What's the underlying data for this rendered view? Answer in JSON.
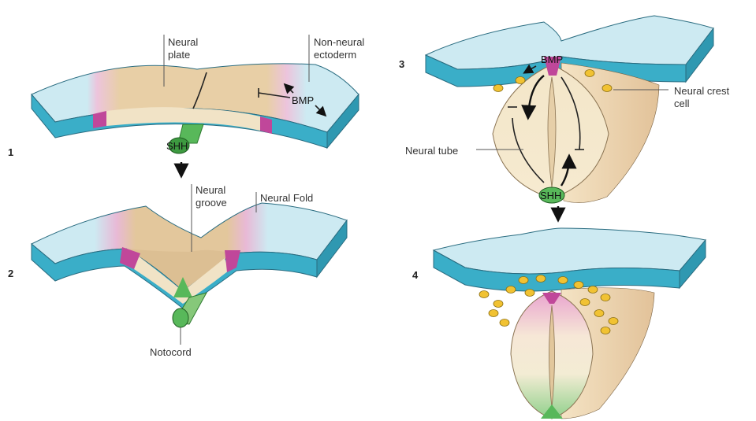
{
  "panels": [
    {
      "number": "1"
    },
    {
      "number": "2"
    },
    {
      "number": "3"
    },
    {
      "number": "4"
    }
  ],
  "labels": {
    "neural_plate": [
      "Neural",
      "plate"
    ],
    "non_neural_ectoderm": [
      "Non-neural",
      "ectoderm"
    ],
    "neural_groove": [
      "Neural",
      "groove"
    ],
    "neural_fold": "Neural Fold",
    "notocord": "Notocord",
    "neural_tube": "Neural tube",
    "neural_crest_cell": [
      "Neural crest",
      "cell"
    ]
  },
  "signals": {
    "bmp": "BMP",
    "shh": "SHH"
  },
  "colors": {
    "ectoderm_top": "#cdeaf2",
    "ectoderm_side": "#3aaec8",
    "neural_plate": "#e8cfa6",
    "pink_border": "#e9a9d6",
    "magenta": "#c0479a",
    "notochord": "#58b85a",
    "crest_cell": "#f1c232",
    "arrow": "#111111"
  }
}
